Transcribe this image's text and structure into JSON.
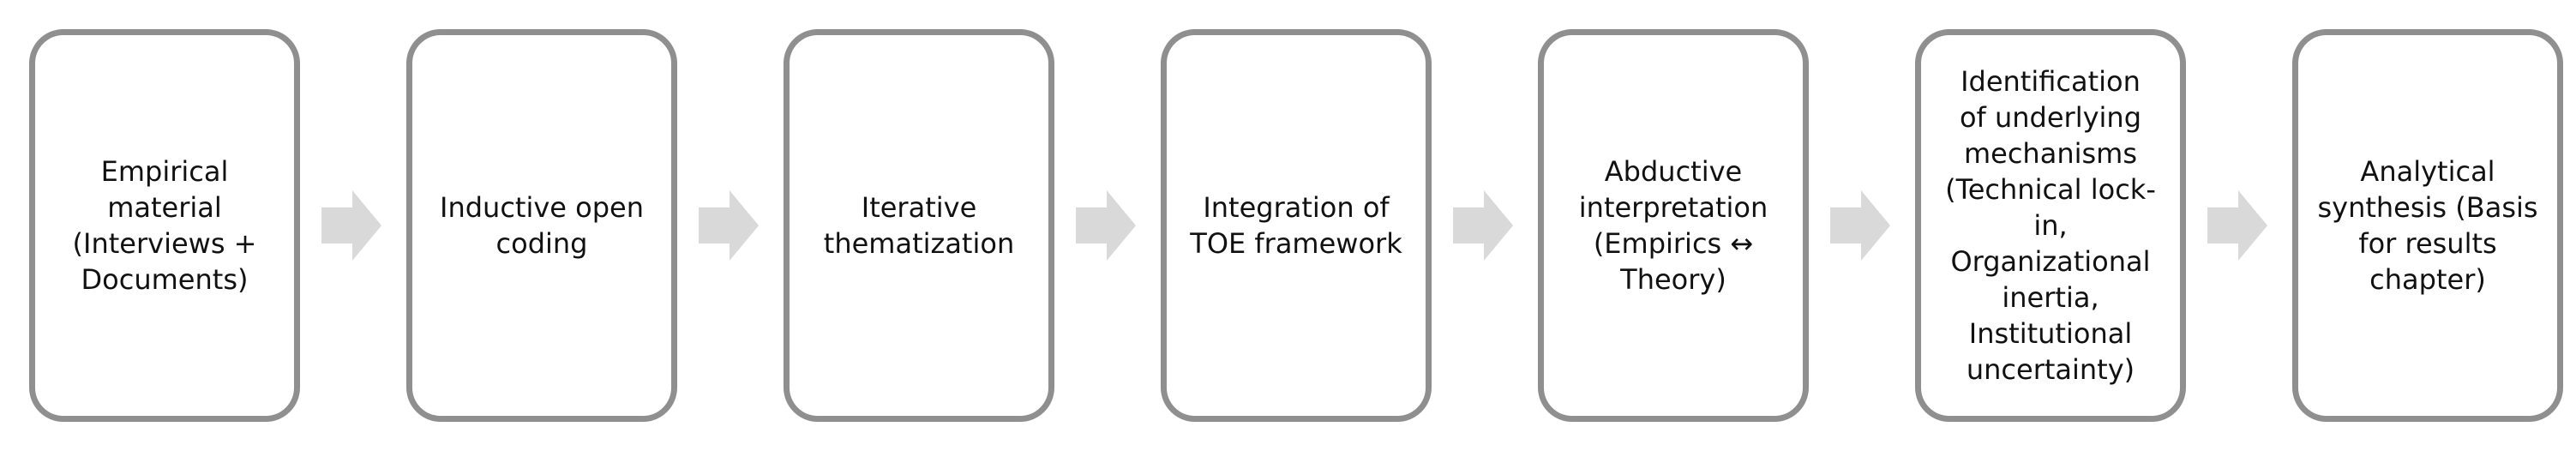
{
  "steps": [
    {
      "lines": [
        "Empirical",
        "material",
        "(Interviews +",
        "Documents)"
      ]
    },
    {
      "lines": [
        "Inductive open",
        "coding"
      ]
    },
    {
      "lines": [
        "Iterative",
        "thematization"
      ]
    },
    {
      "lines": [
        "Integration of",
        "TOE framework"
      ]
    },
    {
      "lines": [
        "Abductive",
        "interpretation",
        "(Empirics ↔",
        "Theory)"
      ]
    },
    {
      "lines": [
        "Identification",
        "of underlying",
        "mechanisms",
        "(Technical lock-",
        "in,",
        "Organizational",
        "inertia,",
        "Institutional",
        "uncertainty)"
      ]
    },
    {
      "lines": [
        "Analytical",
        "synthesis (Basis",
        "for results",
        "chapter)"
      ]
    }
  ],
  "colors": {
    "box_border": "#8f8f8f",
    "arrow_fill": "#d9d9d9",
    "text": "#111111"
  }
}
